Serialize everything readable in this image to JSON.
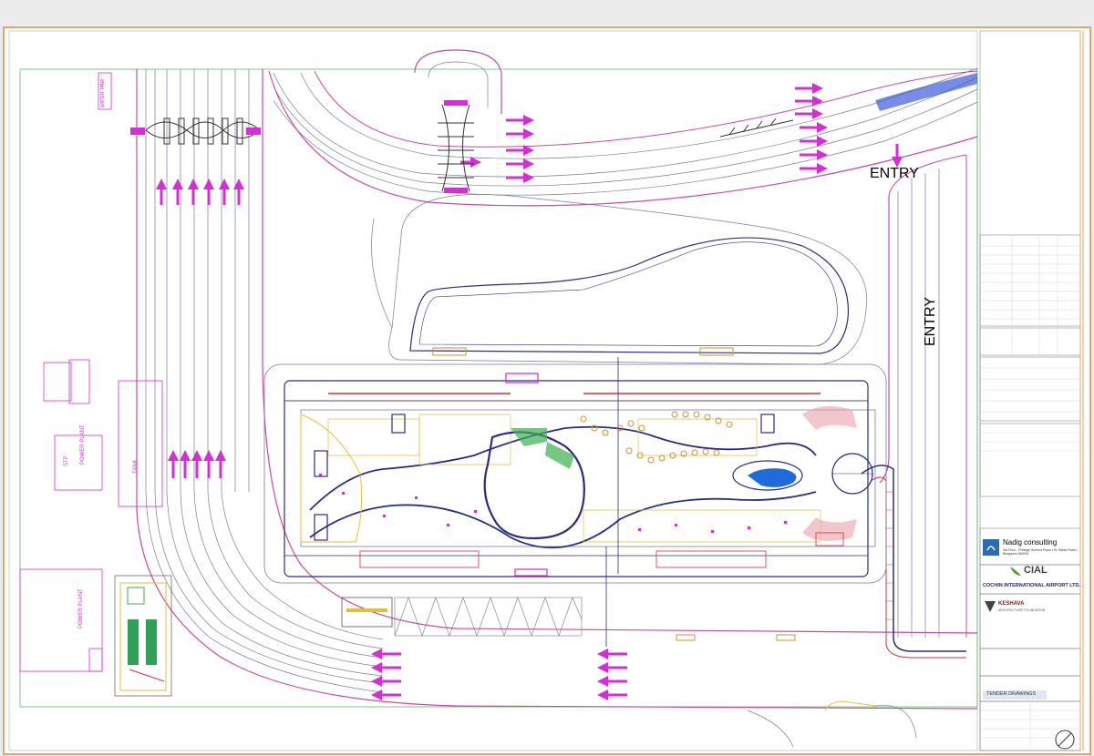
{
  "labels": {
    "entry_top": "ENTRY",
    "entry_side": "ENTRY",
    "water_tank": "WATER TANK",
    "tank": "TANK",
    "power_plant_a": "POWER PLANT",
    "stp": "STP",
    "power_plant_b": "POWER PLANT"
  },
  "title_block": {
    "consultant_name": "Nadig consulting",
    "consultant_address": "3rd Floor - Prestige Sumeet Plaza | St. Marks Road | Bengaluru 560001",
    "client_logo": "CIAL",
    "client_name": "COCHIN INTERNATIONAL AIRPORT LTD.",
    "architect_name": "KESHAVA",
    "architect_sub": "ARCHITECTURE FOUNDATION",
    "drawing_status": "TENDER DRAWINGS"
  },
  "colors": {
    "magenta": "#d42ed4",
    "navy": "#2b2c88",
    "frame": "#e6a66a",
    "pink_line": "#c94aa0"
  }
}
